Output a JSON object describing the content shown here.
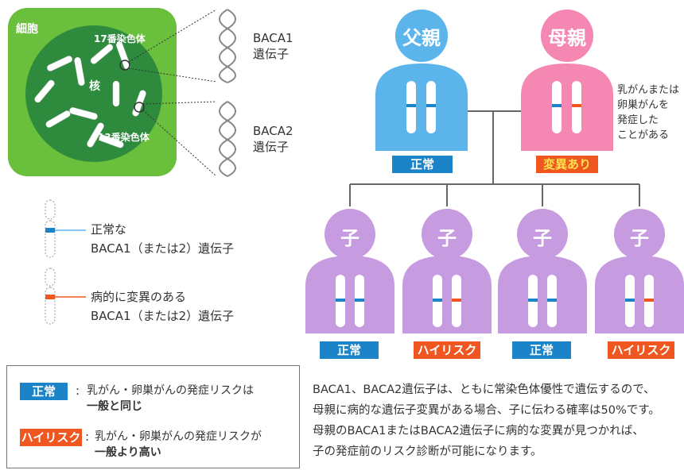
{
  "cell": {
    "cell_label": "細胞",
    "nucleus_label": "核",
    "chr17_label": "17番染色体",
    "chr13_label": "13番染色体"
  },
  "genes": [
    {
      "name": "BACA1",
      "sub": "遺伝子"
    },
    {
      "name": "BACA2",
      "sub": "遺伝子"
    }
  ],
  "key": {
    "normal_line1": "正常な",
    "normal_line2": "BACA1（または2）遺伝子",
    "mutant_line1": "病的に変異のある",
    "mutant_line2": "BACA1（または2）遺伝子"
  },
  "parents": {
    "father_label": "父親",
    "mother_label": "母親",
    "father_status": "正常",
    "mother_status": "変異あり",
    "mother_note": [
      "乳がんまたは",
      "卵巣がんを",
      "発症した",
      "ことがある"
    ]
  },
  "children": [
    {
      "label": "子",
      "status": "正常"
    },
    {
      "label": "子",
      "status": "ハイリスク"
    },
    {
      "label": "子",
      "status": "正常"
    },
    {
      "label": "子",
      "status": "ハイリスク"
    }
  ],
  "legend": {
    "normal_badge": "正常",
    "normal_text_1": "乳がん・卵巣がんの発症リスクは",
    "normal_text_2": "一般と同じ",
    "risk_badge": "ハイリスク",
    "risk_text_1": "乳がん・卵巣がんの発症リスクが",
    "risk_text_2": "一般より高い"
  },
  "note": [
    "BACA1、BACA2遺伝子は、ともに常染色体優性で遺伝するので、",
    "母親に病的な遺伝子変異がある場合、子に伝わる確率は50%です。",
    "母親のBACA1またはBACA2遺伝子に病的な変異が見つかれば、",
    "子の発症前のリスク診断が可能になります。"
  ],
  "colors": {
    "cell_bg": "#6abf3c",
    "nucleus_bg": "#2e8b3e",
    "father": "#5bb4ea",
    "mother": "#f588b3",
    "child": "#c79be0",
    "normal_blue": "#1b84c9",
    "mutant_orange": "#f0561f"
  }
}
